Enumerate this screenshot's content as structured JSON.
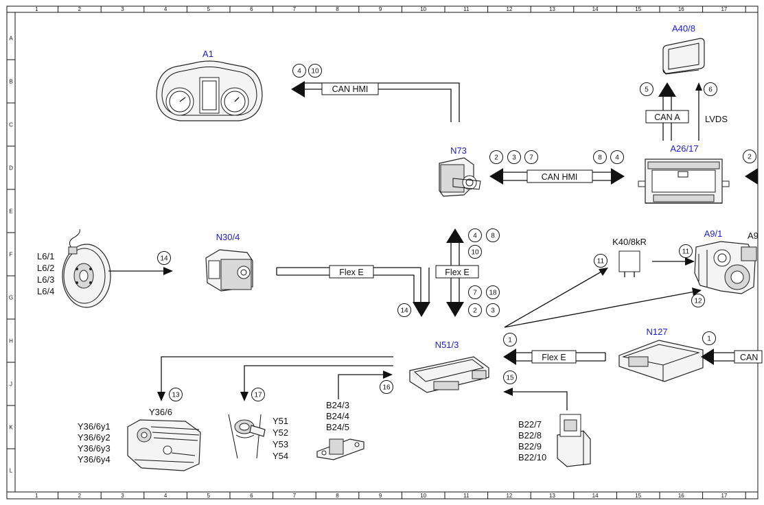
{
  "ruler": {
    "columns": [
      "1",
      "2",
      "3",
      "4",
      "5",
      "6",
      "7",
      "8",
      "9",
      "10",
      "11",
      "12",
      "13",
      "14",
      "15",
      "16",
      "17"
    ],
    "rows": [
      "A",
      "B",
      "C",
      "D",
      "E",
      "F",
      "G",
      "H",
      "J",
      "K",
      "L"
    ]
  },
  "components": {
    "A1": "A1",
    "A40_8": "A40/8",
    "N73": "N73",
    "A26_17": "A26/17",
    "N30_4": "N30/4",
    "K40_8kR": "K40/8kR",
    "A9_1": "A9/1",
    "A9_cut": "A9",
    "N51_3": "N51/3",
    "N127": "N127",
    "L6": [
      "L6/1",
      "L6/2",
      "L6/3",
      "L6/4"
    ],
    "Y36_6": "Y36/6",
    "Y36_6y": [
      "Y36/6y1",
      "Y36/6y2",
      "Y36/6y3",
      "Y36/6y4"
    ],
    "Y5x": [
      "Y51",
      "Y52",
      "Y53",
      "Y54"
    ],
    "B24": [
      "B24/3",
      "B24/4",
      "B24/5"
    ],
    "B22": [
      "B22/7",
      "B22/8",
      "B22/9",
      "B22/10"
    ]
  },
  "buses": {
    "can_hmi_top": "CAN HMI",
    "can_a": "CAN A",
    "lvds": "LVDS",
    "can_hmi_mid": "CAN HMI",
    "flex_e_left": "Flex E",
    "flex_e_vert": "Flex E",
    "flex_e_right": "Flex E",
    "can_cut": "CAN"
  },
  "callouts": {
    "c_4_top": "4",
    "c_10_top": "10",
    "c_5": "5",
    "c_6": "6",
    "c_2_n73": "2",
    "c_3_n73": "3",
    "c_7_n73": "7",
    "c_8_n73": "8",
    "c_4_n73": "4",
    "c_2_edge": "2",
    "c_14_disc": "14",
    "c_4_vert": "4",
    "c_8_vert": "8",
    "c_10_vert": "10",
    "c_7_vert": "7",
    "c_18_vert": "18",
    "c_2_vert": "2",
    "c_3_vert": "3",
    "c_14_flex": "14",
    "c_11_left": "11",
    "c_11_right": "11",
    "c_12": "12",
    "c_1_mid": "1",
    "c_1_right": "1",
    "c_15": "15",
    "c_16": "16",
    "c_13": "13",
    "c_17": "17"
  },
  "colors": {
    "component_label": "#1a1ad6",
    "line": "#111111"
  }
}
